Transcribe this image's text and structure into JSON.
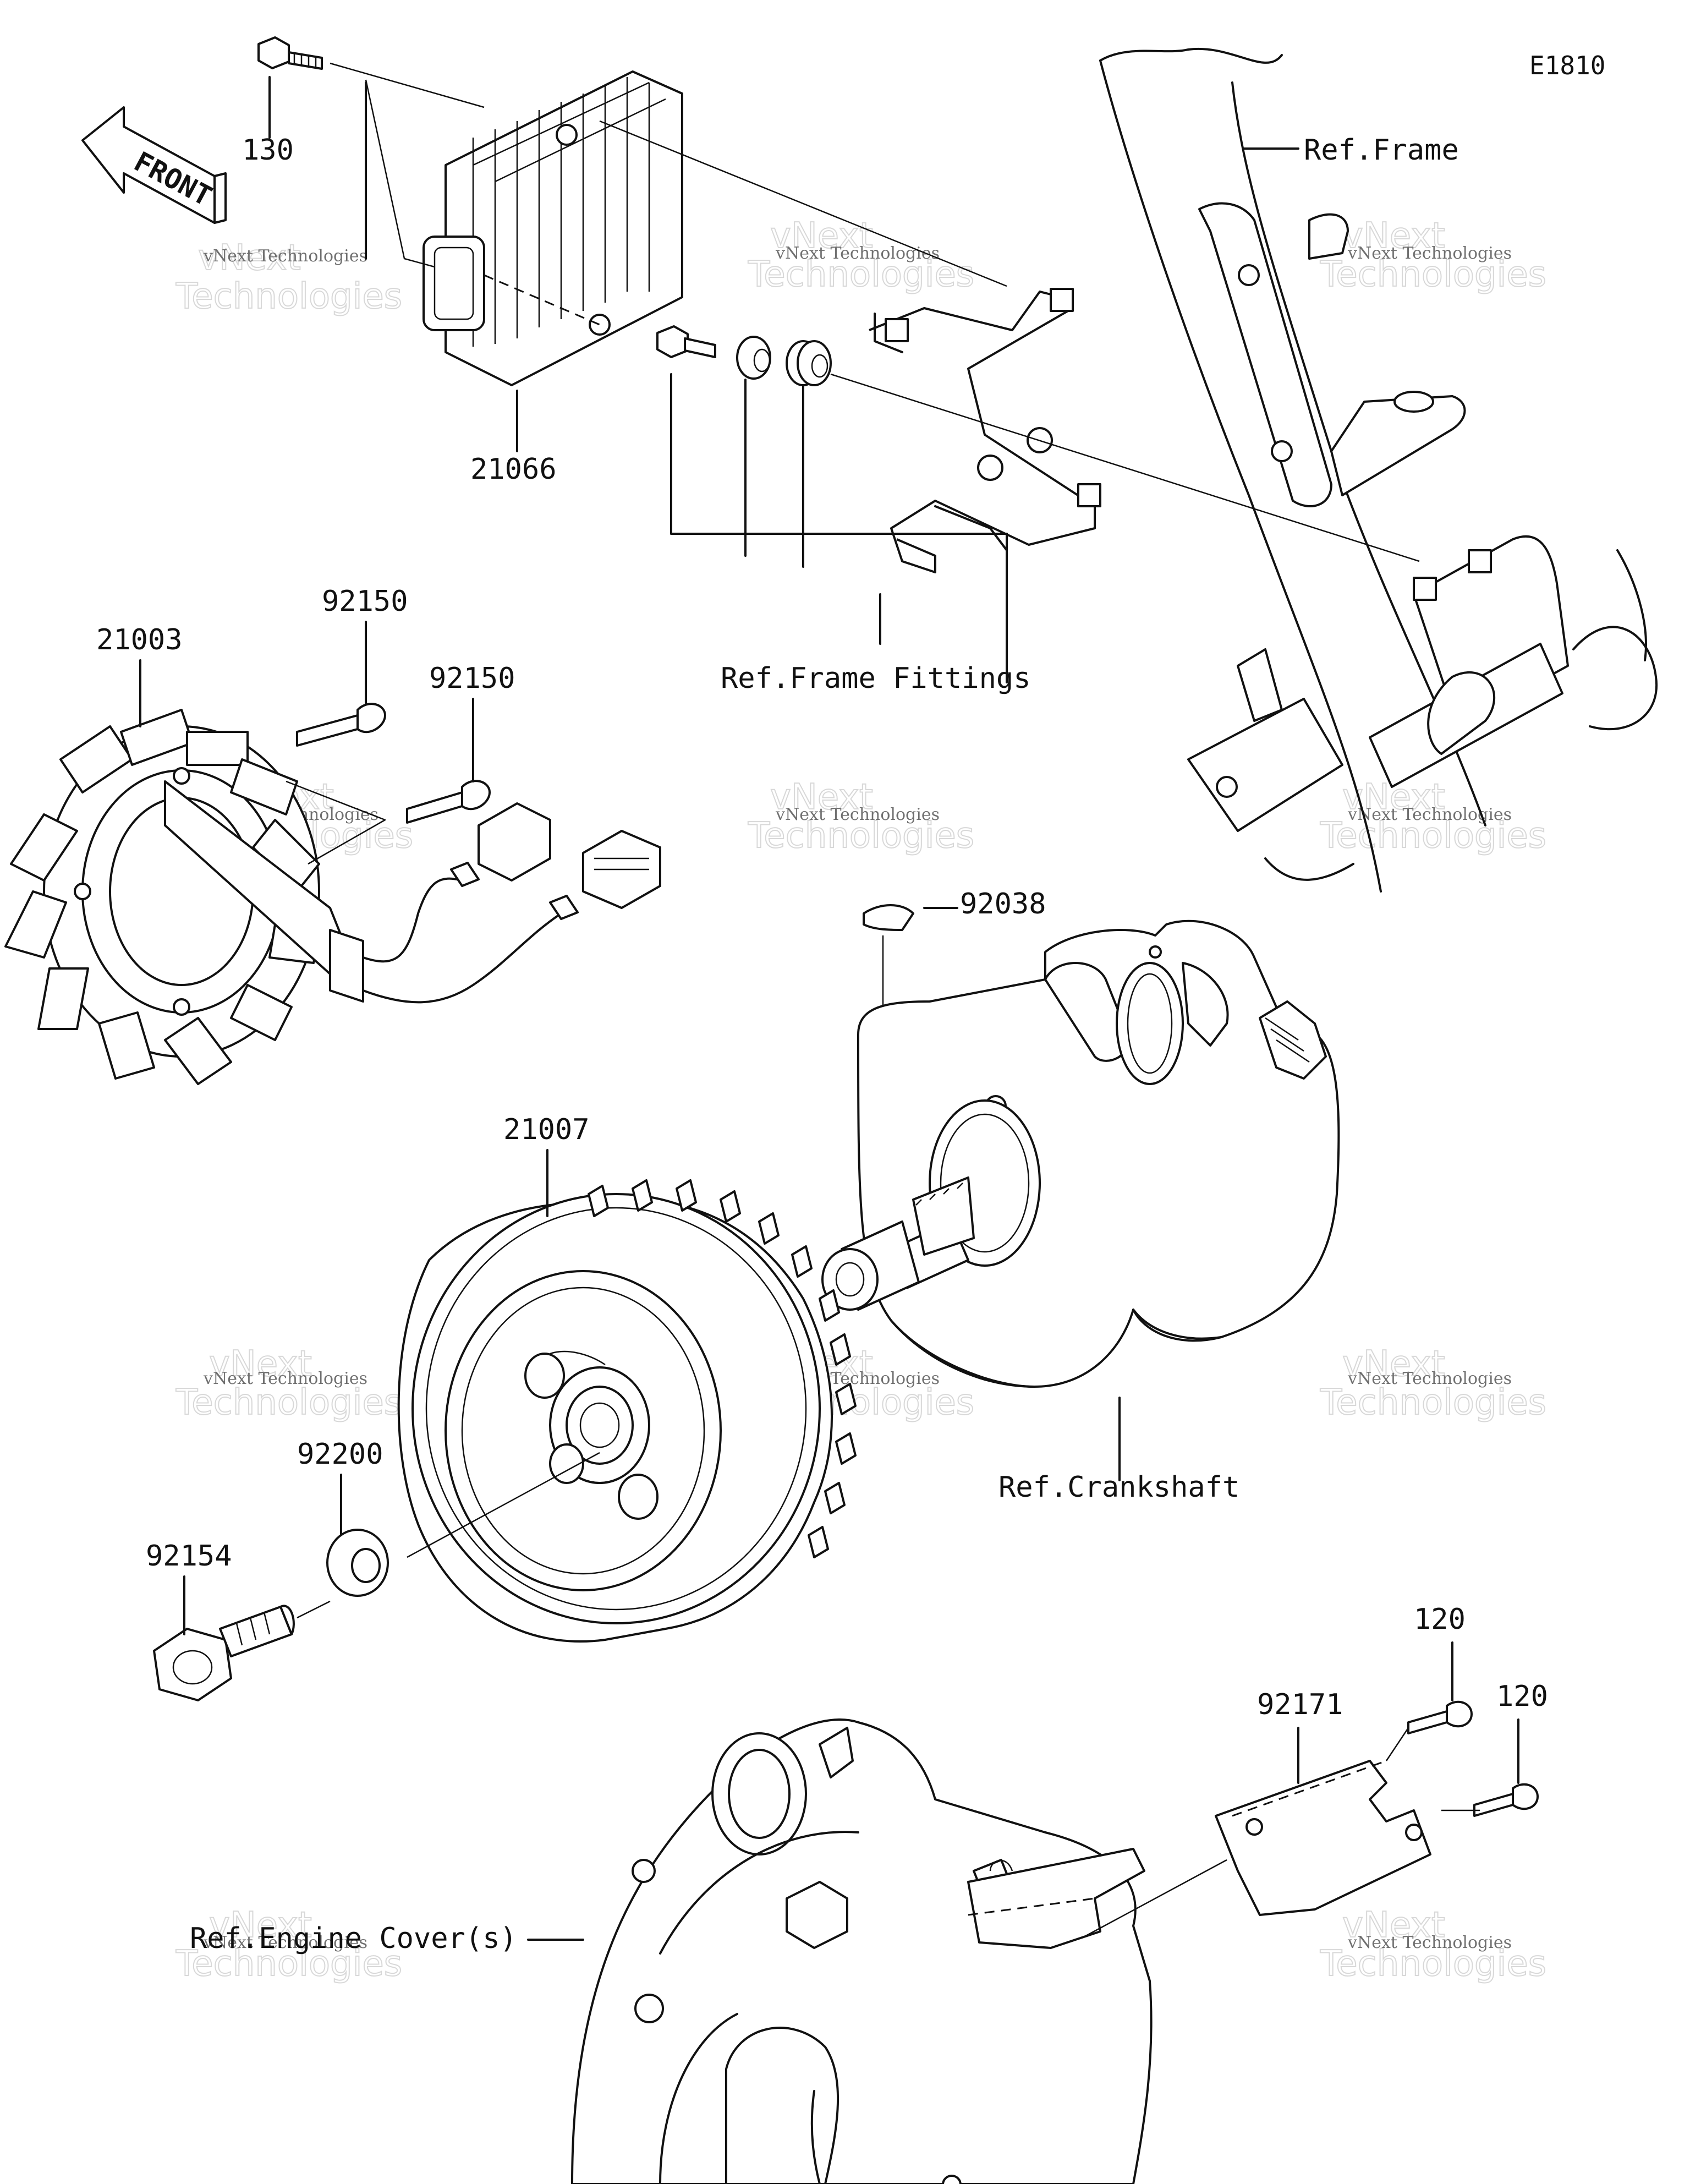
{
  "diagram": {
    "code": "E1810",
    "front_label": "FRONT",
    "parts": [
      {
        "id": "130",
        "label": "130"
      },
      {
        "id": "21066",
        "label": "21066"
      },
      {
        "id": "ref-frame",
        "label": "Ref.Frame"
      },
      {
        "id": "ref-frame-fittings",
        "label": "Ref.Frame Fittings"
      },
      {
        "id": "21003",
        "label": "21003"
      },
      {
        "id": "92150a",
        "label": "92150"
      },
      {
        "id": "92150b",
        "label": "92150"
      },
      {
        "id": "92038",
        "label": "92038"
      },
      {
        "id": "21007",
        "label": "21007"
      },
      {
        "id": "ref-crankshaft",
        "label": "Ref.Crankshaft"
      },
      {
        "id": "92200",
        "label": "92200"
      },
      {
        "id": "92154",
        "label": "92154"
      },
      {
        "id": "120a",
        "label": "120"
      },
      {
        "id": "120b",
        "label": "120"
      },
      {
        "id": "92171",
        "label": "92171"
      },
      {
        "id": "ref-engine-cover",
        "label": "Ref.Engine Cover(s)"
      }
    ],
    "watermark": {
      "brand": "vNext Technologies",
      "line1": "vNext",
      "line2": "Technologies"
    }
  }
}
